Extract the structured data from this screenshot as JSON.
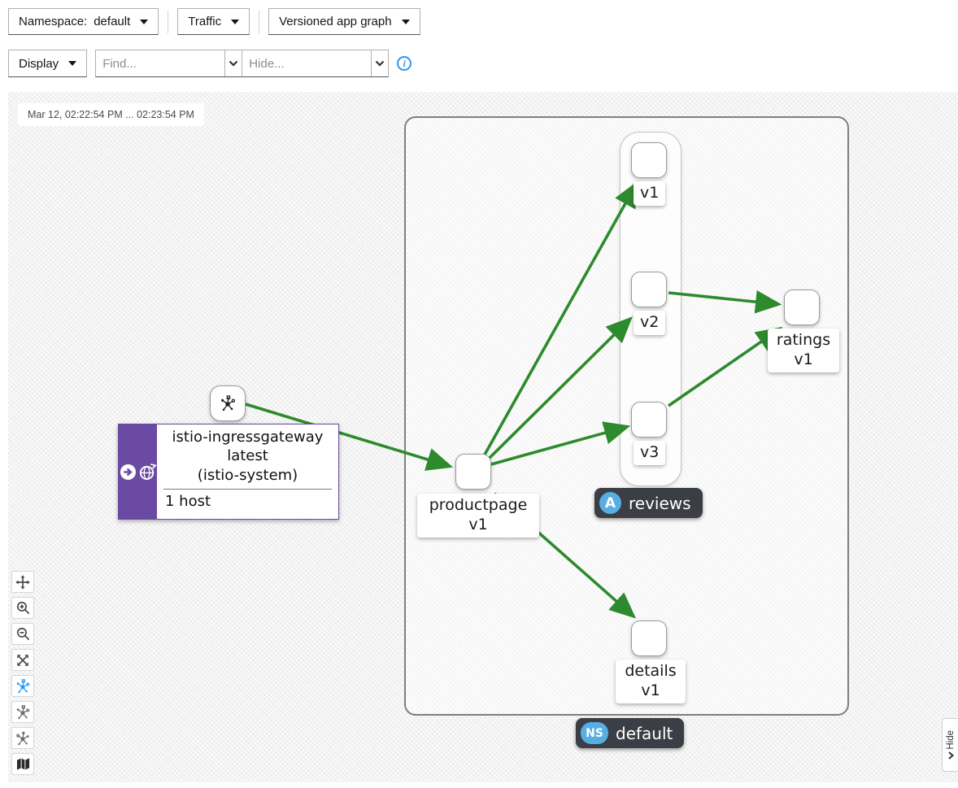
{
  "toolbar": {
    "namespace_label": "Namespace:",
    "namespace_value": "default",
    "traffic_label": "Traffic",
    "graph_type_label": "Versioned app graph",
    "display_label": "Display",
    "find_placeholder": "Find...",
    "hide_placeholder": "Hide...",
    "info_icon_glyph": "i"
  },
  "graph": {
    "timestamp": "Mar 12, 02:22:54 PM ... 02:23:54 PM",
    "gateway_node": {
      "title": "istio-ingressgateway",
      "line2": "latest",
      "line3": "(istio-system)",
      "hosts": "1 host"
    },
    "nodes": {
      "productpage": {
        "label": "productpage",
        "version": "v1"
      },
      "reviews_v1": "v1",
      "reviews_v2": "v2",
      "reviews_v3": "v3",
      "ratings": {
        "label": "ratings",
        "version": "v1"
      },
      "details": {
        "label": "details",
        "version": "v1"
      }
    },
    "badges": {
      "app_badge": {
        "icon_letter": "A",
        "label": "reviews"
      },
      "ns_badge": {
        "icon_letter": "NS",
        "label": "default"
      }
    },
    "edges": [
      {
        "from": "istio-ingressgateway",
        "to": "productpage v1"
      },
      {
        "from": "productpage v1",
        "to": "reviews v1"
      },
      {
        "from": "productpage v1",
        "to": "reviews v2"
      },
      {
        "from": "productpage v1",
        "to": "reviews v3"
      },
      {
        "from": "reviews v2",
        "to": "ratings v1"
      },
      {
        "from": "reviews v3",
        "to": "ratings v1"
      },
      {
        "from": "productpage v1",
        "to": "details v1"
      }
    ]
  },
  "side_toolbar": {
    "buttons": [
      "pan",
      "zoom-in",
      "zoom-out",
      "fit",
      "layout-selected",
      "layout-alt-1",
      "layout-alt-2",
      "legend"
    ]
  },
  "right_tab": {
    "label": "Hide",
    "chevron": "›"
  },
  "colors": {
    "edge_green": "#2d8a2d",
    "gateway_purple": "#6a4aa3",
    "badge_blue": "#57aee3",
    "badge_dark": "#3b3e44",
    "active_icon_blue": "#2b9af3",
    "canvas_gray": "#f4f4f4"
  }
}
